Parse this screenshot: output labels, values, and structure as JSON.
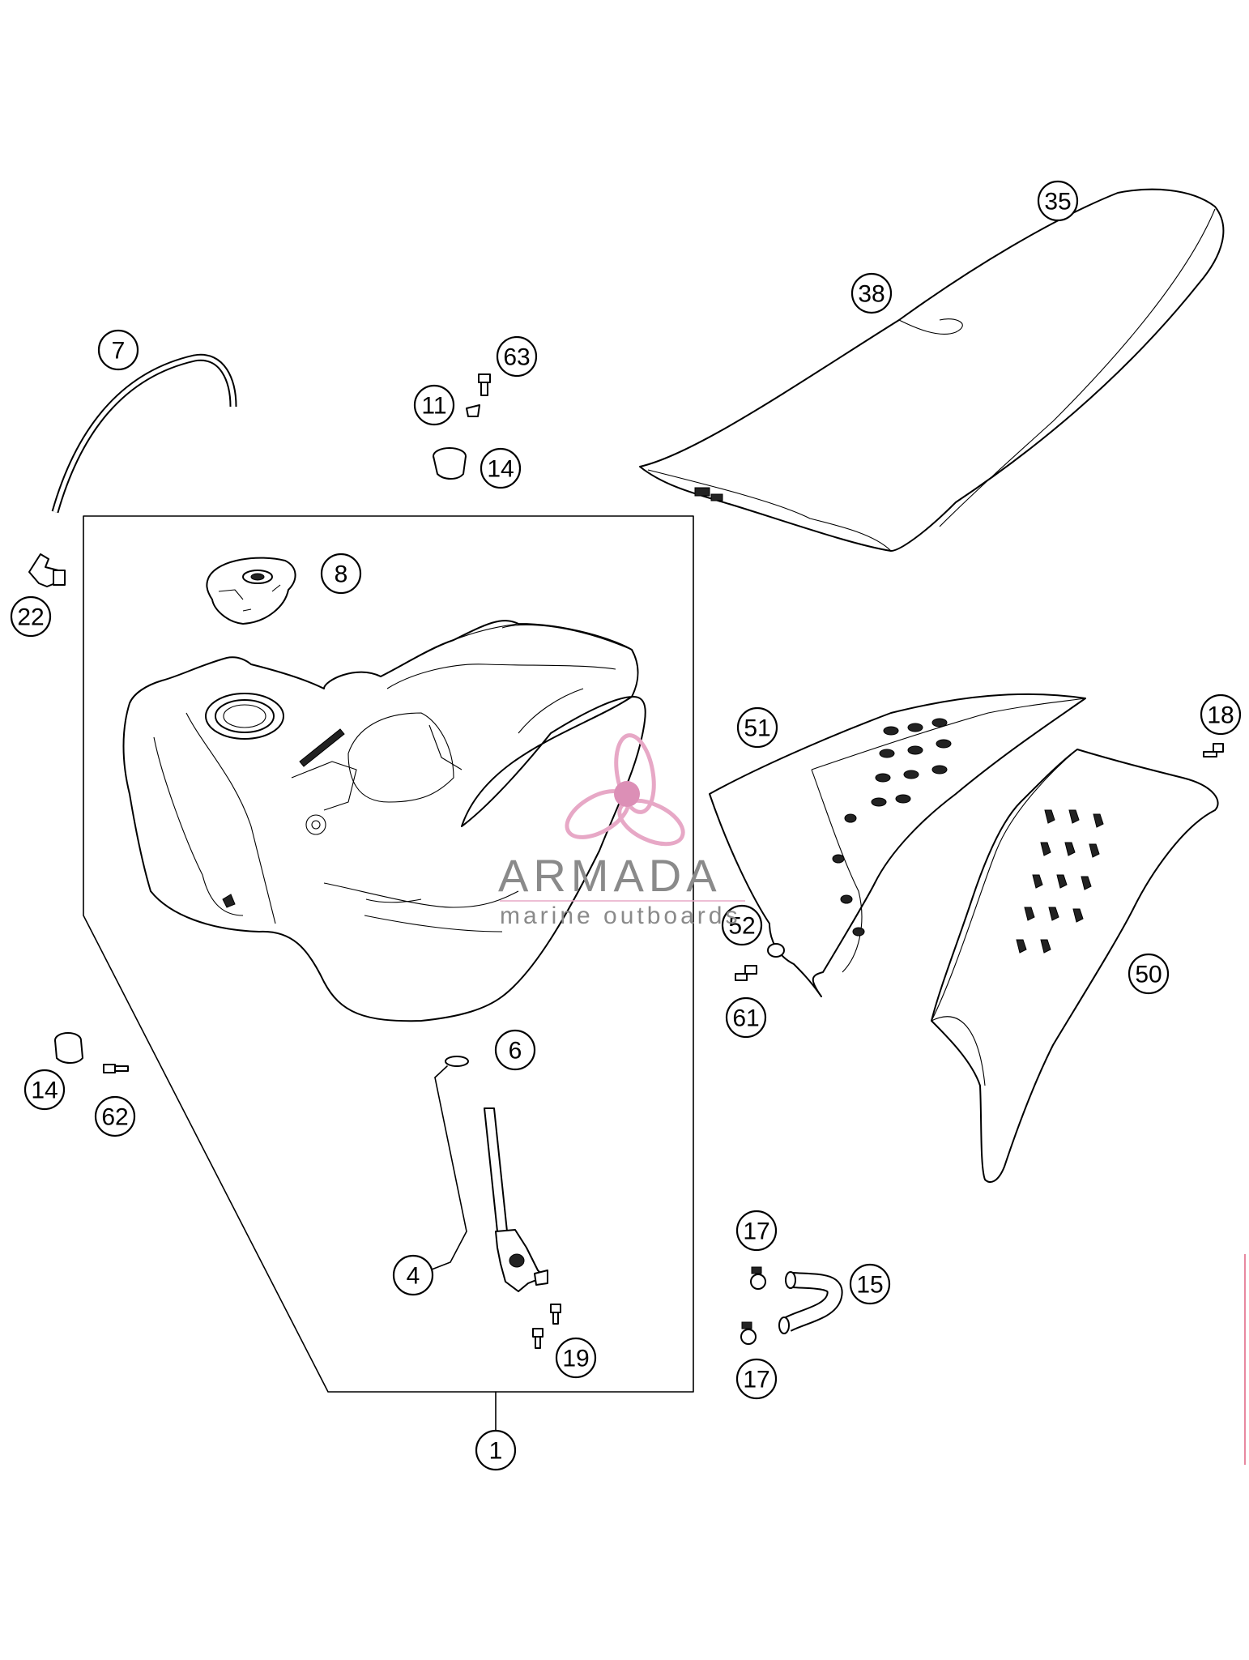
{
  "callouts": [
    "35",
    "38",
    "7",
    "63",
    "11",
    "14",
    "8",
    "22",
    "51",
    "18",
    "52",
    "61",
    "50",
    "6",
    "14",
    "62",
    "4",
    "17",
    "15",
    "19",
    "17",
    "1"
  ],
  "watermark": {
    "brand": "ARMADA",
    "tagline": "marine outboards"
  },
  "colors": {
    "line": "#000000",
    "watermark_text": "#8a8a8a",
    "watermark_logo": "#dc8fb6",
    "edge_mark": "#e06080"
  }
}
